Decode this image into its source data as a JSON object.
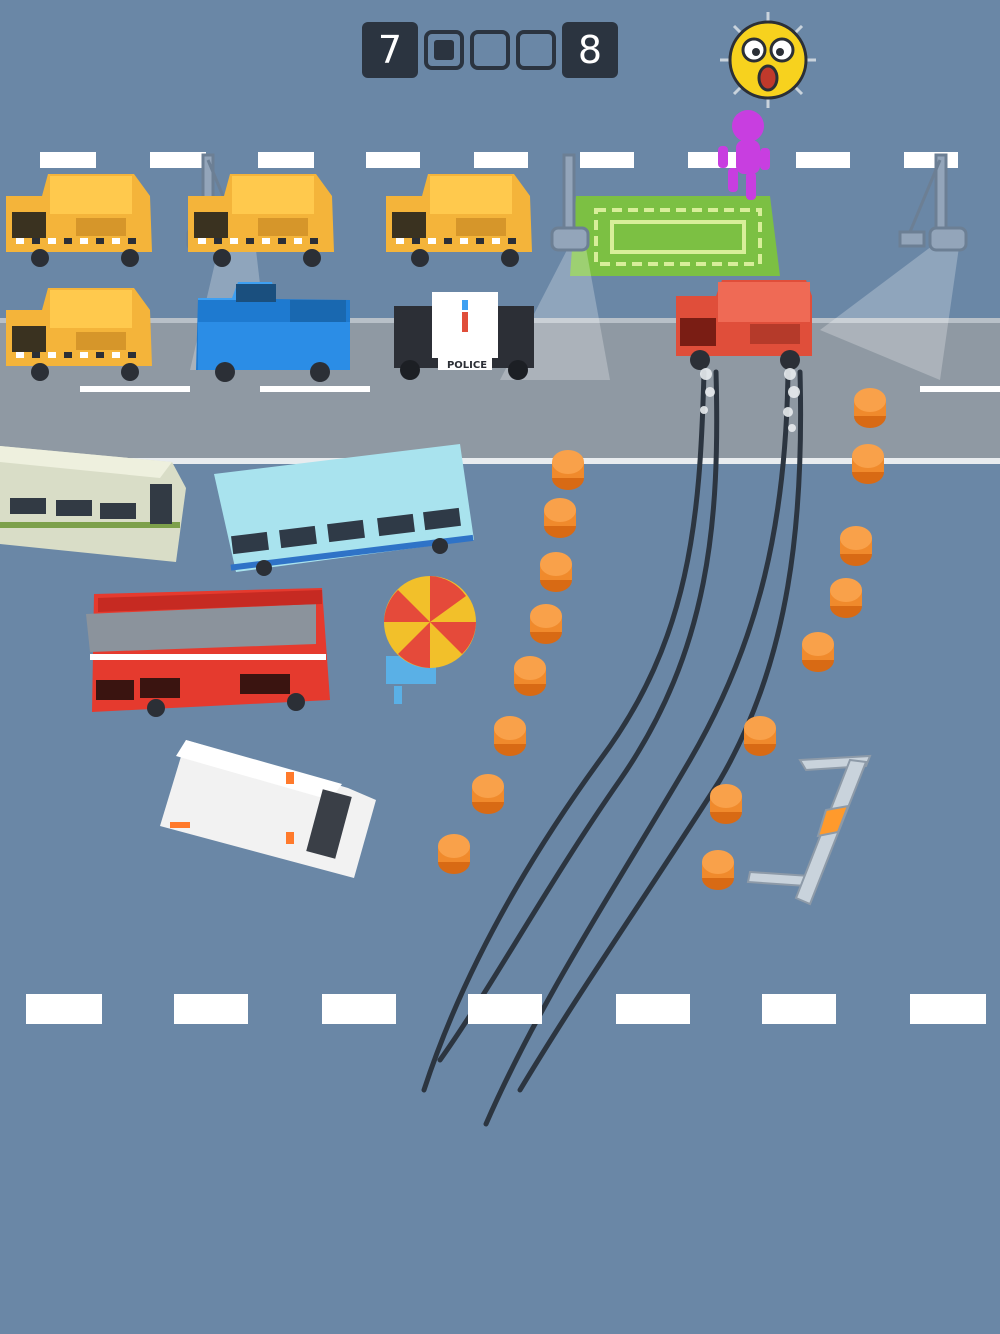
{
  "hud": {
    "level_current": "7",
    "level_next": "8",
    "stages_total": 3,
    "stages_completed": 1
  },
  "status_icon": "shocked-face-icon",
  "colors": {
    "background": "#6a87a6",
    "road": "#8e9aa6",
    "player_car": "#e04e3a",
    "taxi": "#f4b43a",
    "cone": "#f08a2c",
    "parking_target": "#8bc34a",
    "pedestrian": "#c83ee0"
  },
  "vehicles": {
    "police_label": "POLICE"
  }
}
